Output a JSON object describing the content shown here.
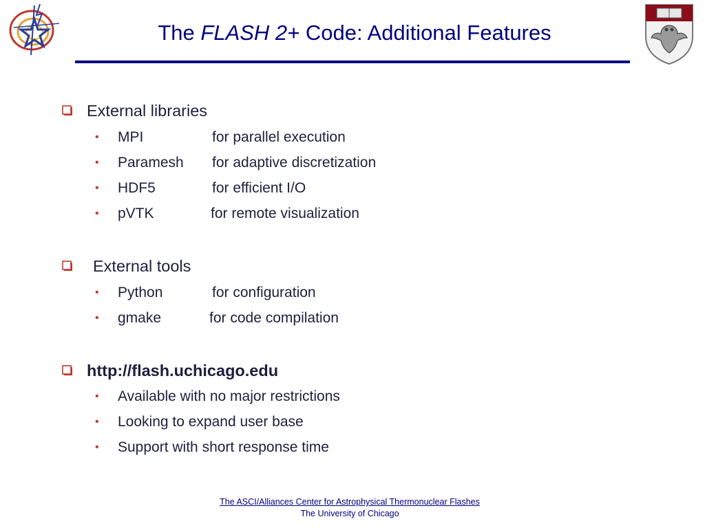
{
  "title": {
    "prefix": "The ",
    "italic": "FLASH 2+",
    "suffix": " Code: Additional Features"
  },
  "sections": [
    {
      "heading": "External libraries",
      "items": [
        {
          "name": "MPI",
          "desc": "for parallel execution"
        },
        {
          "name": "Paramesh",
          "desc": "for adaptive discretization"
        },
        {
          "name": "HDF5",
          "desc": "for efficient I/O"
        },
        {
          "name": "pVTK",
          "desc": "for remote visualization"
        }
      ]
    },
    {
      "heading": "External tools",
      "items": [
        {
          "name": "Python",
          "desc": "for configuration"
        },
        {
          "name": "gmake",
          "desc": "for code compilation"
        }
      ]
    },
    {
      "heading": "http://flash.uchicago.edu",
      "items": [
        {
          "name": "Available with no major restrictions",
          "desc": ""
        },
        {
          "name": "Looking to expand user base",
          "desc": ""
        },
        {
          "name": "Support with short response time",
          "desc": ""
        }
      ]
    }
  ],
  "footer": {
    "line1": "The ASCI/Alliances Center for Astrophysical Thermonuclear Flashes",
    "line2": "The University of Chicago"
  },
  "colors": {
    "title": "#00007f",
    "bullet": "#c0392b",
    "checkbox": "#c0392b"
  }
}
